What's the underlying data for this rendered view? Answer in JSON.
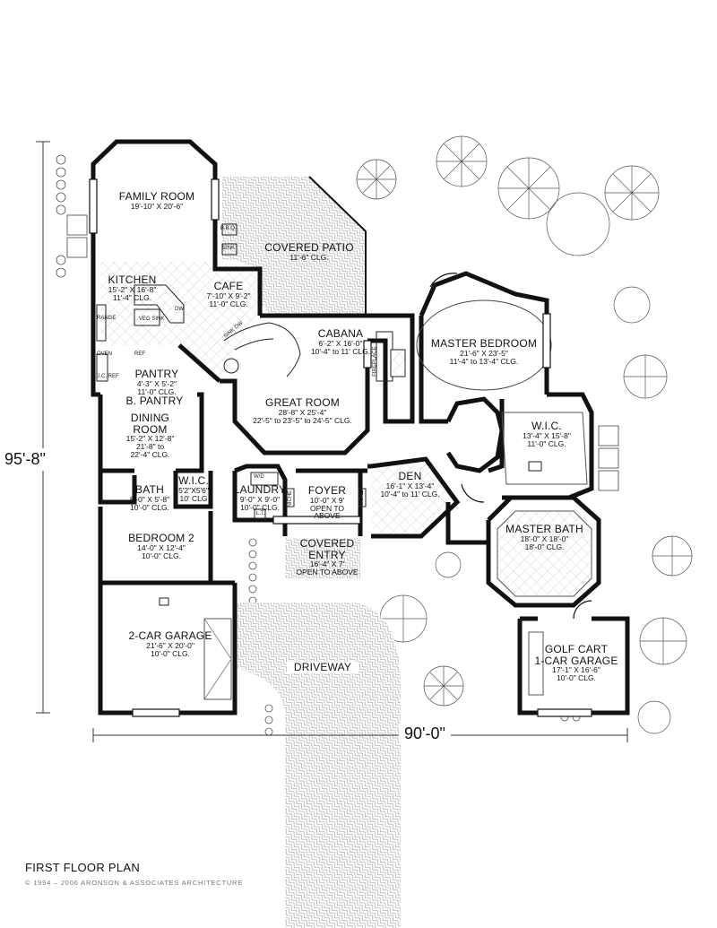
{
  "plan_title": "FIRST FLOOR PLAN",
  "copyright": "© 1994 – 2006 ARONSON & ASSOCIATES ARCHITECTURE",
  "overall_dims": {
    "depth": "95'-8\"",
    "width": "90'-0\""
  },
  "rooms": {
    "family": {
      "name": "FAMILY ROOM",
      "size": "19'-10\" X 20'-6\""
    },
    "patio": {
      "name": "COVERED PATIO",
      "clg": "11'-6\" CLG."
    },
    "kitchen": {
      "name": "KITCHEN",
      "size": "15'-2\" X 16'-8\"",
      "clg": "11'-4\" CLG."
    },
    "cafe": {
      "name": "CAFE",
      "size": "7'-10\" X 9'-2\"",
      "clg": "11'-0\" CLG."
    },
    "cabana": {
      "name": "CABANA",
      "size": "6'-2\" X 16'-0\"",
      "clg": "10'-4\" to 11' CLG."
    },
    "master_bed": {
      "name": "MASTER BEDROOM",
      "size": "21'-6\" X 23'-5\"",
      "clg": "11'-4\" to 13'-4\" CLG."
    },
    "pantry": {
      "name": "PANTRY",
      "size": "4'-3\" X 5'-2\"",
      "clg": "11'-0\" CLG."
    },
    "great": {
      "name": "GREAT ROOM",
      "size": "28'-8\" X 25'-4\"",
      "clg": "22'-5\" to 23'-5\" to 24'-5\" CLG."
    },
    "bpantry": {
      "name": "B. PANTRY"
    },
    "dining": {
      "name": "DINING",
      "name2": "ROOM",
      "size": "15'-2\" X 12'-8\"",
      "clg": "21'-8\" to",
      "clg2": "22'-4\" CLG."
    },
    "wic_master": {
      "name": "W.I.C.",
      "size": "13'-4\" X 15'-8\"",
      "clg": "11'-0\" CLG."
    },
    "bath": {
      "name": "BATH",
      "size": "8'-0\" X 5'-8\"",
      "clg": "10'-0\" CLG."
    },
    "wic_small": {
      "name": "W.I.C.",
      "size": "5'2\"X5'6\"",
      "clg": "10' CLG"
    },
    "laundry": {
      "name": "LAUNDRY",
      "size": "9'-0\" X 9'-0\"",
      "clg": "10'-0\" CLG."
    },
    "foyer": {
      "name": "FOYER",
      "size": "10'-0\" X 9'",
      "open1": "OPEN TO",
      "open2": "ABOVE"
    },
    "den": {
      "name": "DEN",
      "size": "16'-1\" X 13'-4\"",
      "clg": "10'-4\" to 11' CLG."
    },
    "bedroom2": {
      "name": "BEDROOM 2",
      "size": "14'-0\" X 12'-4\"",
      "clg": "10'-0\" CLG."
    },
    "entry": {
      "name": "COVERED",
      "name2": "ENTRY",
      "size": "16'-4\" X 7'",
      "open": "OPEN TO ABOVE"
    },
    "master_bath": {
      "name": "MASTER BATH",
      "size": "18'-0\" X 18'-0\"",
      "clg": "18'-0\" CLG."
    },
    "garage2": {
      "name": "2-CAR GARAGE",
      "size": "21'-6\" X 20'-0\"",
      "clg": "10'-0\" CLG."
    },
    "driveway": {
      "name": "DRIVEWAY"
    },
    "golf": {
      "name": "GOLF CART",
      "name2": "1-CAR GARAGE",
      "size": "17'-1\" X 16'-6\"",
      "clg": "10'-0\" CLG."
    }
  },
  "fixture_labels": {
    "bbq": "B.B.Q.",
    "sink": "SINK",
    "dw": "DW",
    "oven": "OVEN",
    "range": "RANGE",
    "ref": "REF",
    "uc_ref": "U.C. REF",
    "fireplace": "FIREPLACE",
    "wd": "W/D",
    "niche": "NICHE",
    "lt": "L.T.",
    "sink_dw": "SINK DW",
    "veg": "VEG SINK"
  }
}
